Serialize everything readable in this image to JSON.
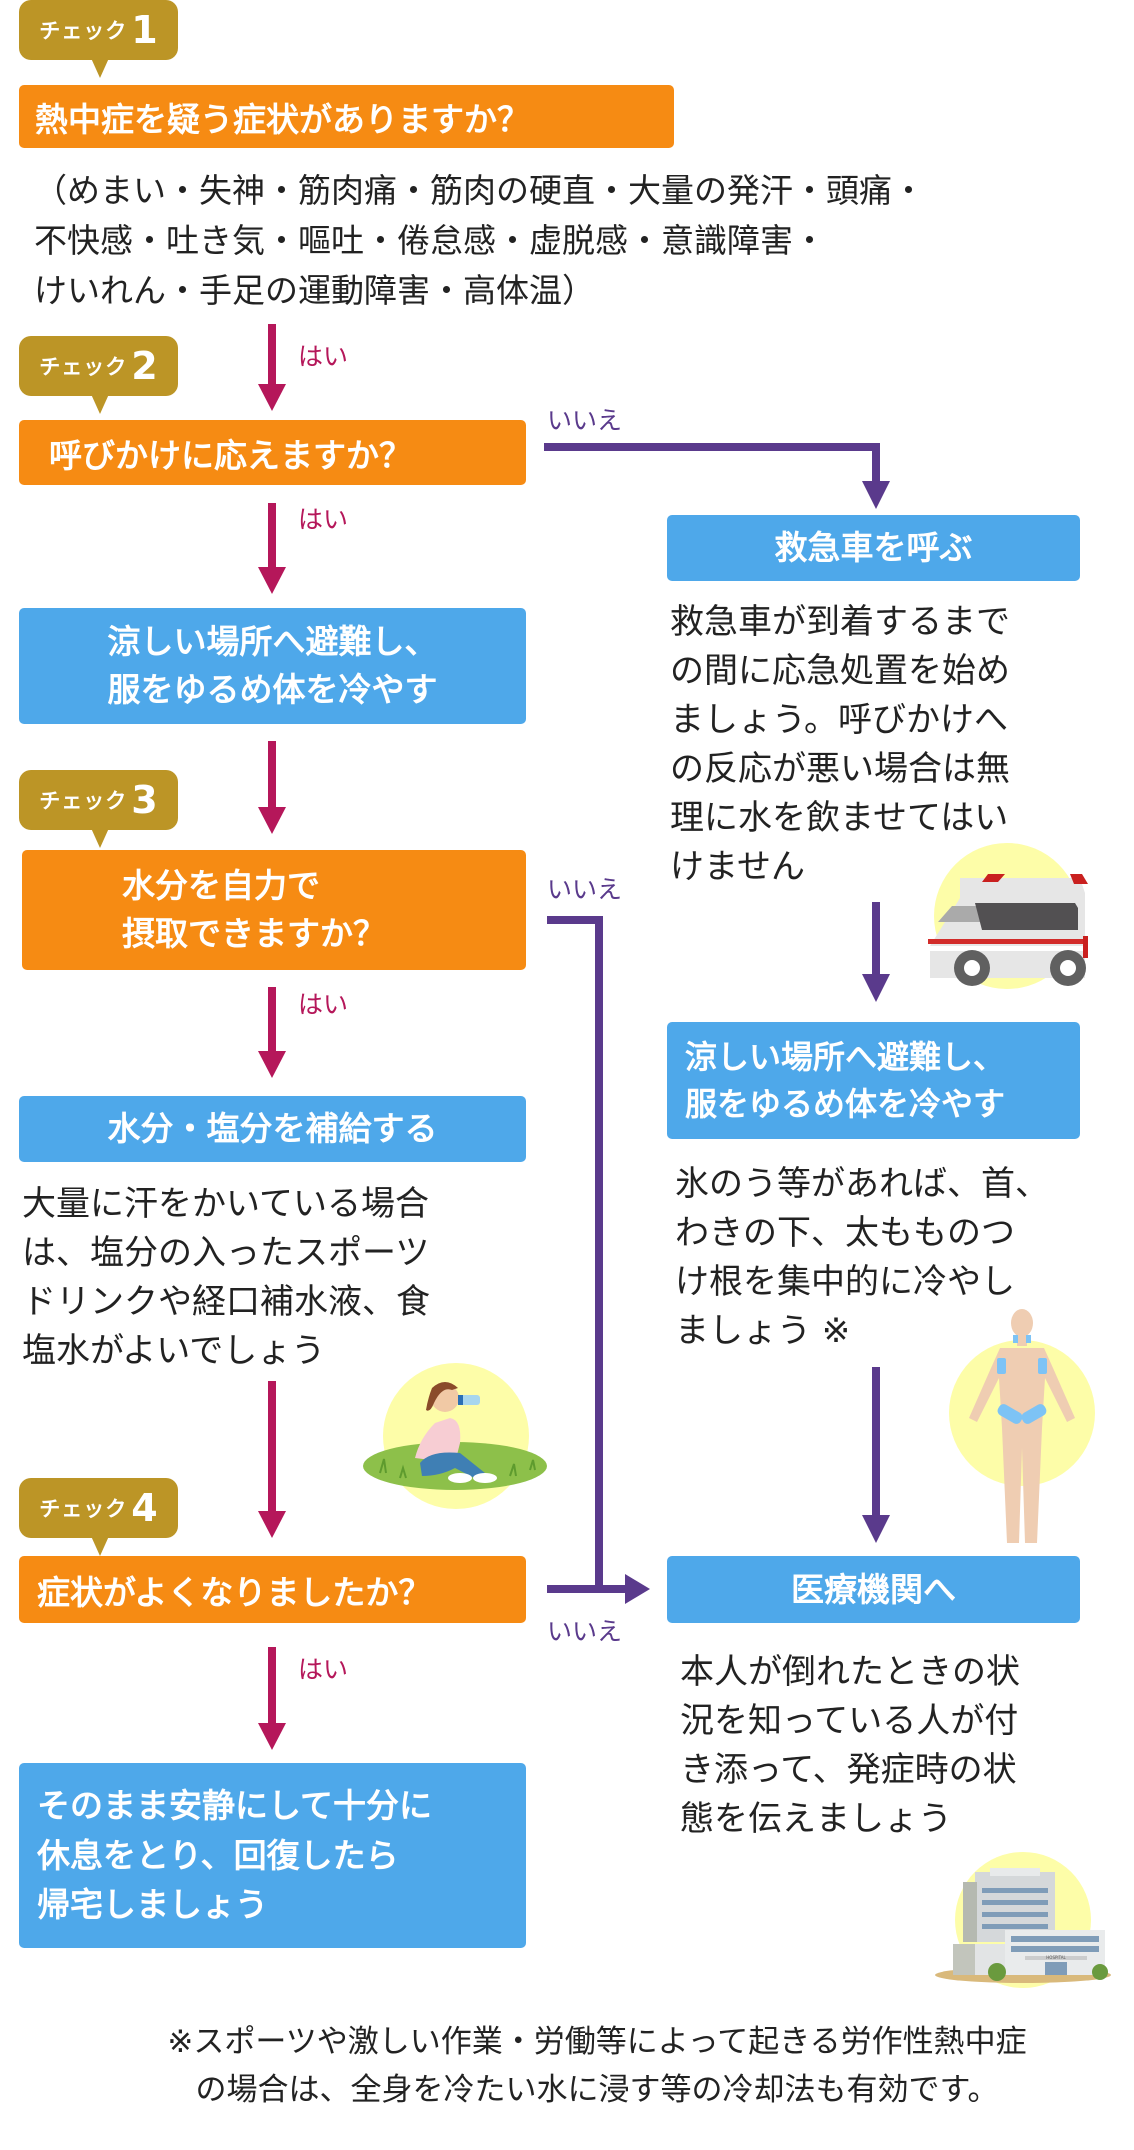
{
  "colors": {
    "question_box": "#F68B13",
    "action_box": "#4EA8EA",
    "badge": "#BC9526",
    "yes_arrow": "#B5175A",
    "no_arrow": "#5A3A8C",
    "illustration_bg": "#FDFDA8"
  },
  "checks": [
    {
      "badge_label": "チェック",
      "badge_number": "1",
      "question": "熱中症を疑う症状がありますか？",
      "note": "（めまい・失神・筋肉痛・筋肉の硬直・大量の発汗・頭痛・\n不快感・吐き気・嘔吐・倦怠感・虚脱感・意識障害・\nけいれん・手足の運動障害・高体温）"
    },
    {
      "badge_label": "チェック",
      "badge_number": "2",
      "question": "呼びかけに応えますか？"
    },
    {
      "badge_label": "チェック",
      "badge_number": "3",
      "question": "水分を自力で\n摂取できますか？"
    },
    {
      "badge_label": "チェック",
      "badge_number": "4",
      "question": "症状がよくなりましたか？"
    }
  ],
  "labels": {
    "yes": "はい",
    "no": "いいえ"
  },
  "left_actions": [
    {
      "title": "涼しい場所へ避難し、\n服をゆるめ体を冷やす"
    },
    {
      "title": "水分・塩分を補給する",
      "text": "大量に汗をかいている場合\nは、塩分の入ったスポーツ\nドリンクや経口補水液、食\n塩水がよいでしょう"
    },
    {
      "title": "そのまま安静にして十分に\n休息をとり、回復したら\n帰宅しましょう"
    }
  ],
  "right_actions": [
    {
      "title": "救急車を呼ぶ",
      "text": "救急車が到着するまで\nの間に応急処置を始め\nましょう。呼びかけへ\nの反応が悪い場合は無\n理に水を飲ませてはい\nけません"
    },
    {
      "title": "涼しい場所へ避難し、\n服をゆるめ体を冷やす",
      "text": "氷のう等があれば、首、\nわきの下、太もものつ\nけ根を集中的に冷やし\nましょう ※"
    },
    {
      "title": "医療機関へ",
      "text": "本人が倒れたときの状\n況を知っている人が付\nき添って、発症時の状\n態を伝えましょう"
    }
  ],
  "illustrations": {
    "ambulance": "ambulance-illustration",
    "drinking_person": "drinking-person-illustration",
    "body_cooling": "body-cooling-points-illustration",
    "hospital": "hospital-illustration",
    "hospital_sign": "HOSPITAL"
  },
  "footnote": "※スポーツや激しい作業・労働等によって起きる労作性熱中症\nの場合は、全身を冷たい水に浸す等の冷却法も有効です。"
}
